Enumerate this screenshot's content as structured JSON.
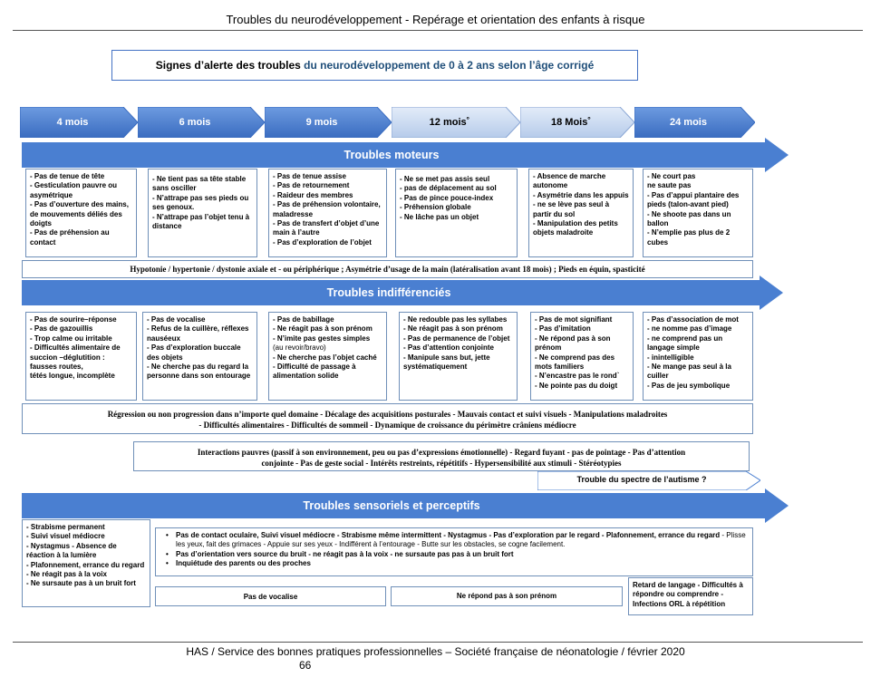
{
  "header": "Troubles du neurodéveloppement - Repérage et orientation des enfants à risque",
  "title": {
    "part1": "Signes d’alerte des troubles",
    "part2": "du neurodéveloppement  de 0 à 2 ans selon l’âge corrigé"
  },
  "ages": [
    "4 mois",
    "6 mois",
    "9 mois",
    "12 mois˚",
    "18  Mois˚",
    "24 mois"
  ],
  "bands": {
    "moteurs": "Troubles moteurs",
    "indiff": "Troubles indifférenciés",
    "sensoriels": "Troubles sensoriels et perceptifs"
  },
  "moteurs": [
    [
      "- Pas de tenue de tête",
      "- Gesticulation pauvre ou asymétrique",
      "- Pas d’ouverture des mains, de mouvements déliés des doigts",
      "- Pas de préhension au contact"
    ],
    [
      "-  Ne tient pas sa tête stable sans osciller",
      "- N’attrape pas ses pieds ou ses genoux.",
      " - N’attrape pas l’objet tenu à distance"
    ],
    [
      "- Pas de tenue assise",
      "- Pas de retournement",
      "- Raideur des membres",
      "- Pas de préhension volontaire, maladresse",
      "- Pas de transfert  d’objet d’une main à l’autre",
      "- Pas d’exploration de l’objet"
    ],
    [
      "- Ne se met pas assis seul",
      "- pas de déplacement au sol",
      "- Pas de pince pouce-index",
      "- Préhension globale",
      "- Ne lâche pas un objet"
    ],
    [
      "- Absence de marche autonome",
      "- Asymétrie dans les appuis",
      "- ne se lève pas seul à partir du sol",
      "- Manipulation des petits objets maladroite"
    ],
    [
      "- Ne court pas",
      "ne saute pas",
      "- Pas d’appui plantaire des pieds (talon-avant pied)",
      "- Ne shoote pas dans un ballon",
      "- N’emplie pas plus de 2 cubes"
    ]
  ],
  "moteurs_summary": "Hypotonie / hypertonie / dystonie  axiale et - ou périphérique  ; Asymétrie d’usage de la main (latéralisation avant 18 mois) ; Pieds en équin, spasticité",
  "indiff": [
    [
      "- Pas de sourire–réponse",
      "- Pas de gazouillis",
      "-  Trop calme ou irritable",
      "-  Difficultés alimentaire de succion –déglutition : fausses routes,",
      "tétés longue, incomplète"
    ],
    [
      "- Pas de vocalise",
      "- Refus de la cuillère, réflexes nauséeux",
      "- Pas d’exploration buccale des objets",
      "- Ne cherche pas du regard la personne dans son entourage"
    ],
    [
      "- Pas de babillage",
      "- Ne réagit pas à son prénom",
      "- N’imite pas gestes simples",
      "(au revoir/bravo)",
      "- Ne cherche pas l’objet caché",
      "- Difficulté de passage à alimentation solide"
    ],
    [
      "- Ne redouble pas les syllabes",
      "- Ne réagit pas à son prénom",
      "- Pas de permanence de l’objet",
      "- Pas d’attention conjointe",
      "- Manipule sans but, jette systématiquement"
    ],
    [
      "- Pas de mot signifiant",
      "- Pas d’imitation",
      "- Ne répond pas à son prénom",
      "- Ne comprend pas des mots familiers",
      "- N’encastre pas le rond`",
      "- Ne pointe pas du doigt"
    ],
    [
      "- Pas d’association de mot",
      "- ne nomme pas d’image",
      "- ne comprend pas un langage simple",
      "- inintelligible",
      "- Ne mange pas seul à la cuiller",
      "- Pas de jeu symbolique"
    ]
  ],
  "indiff_summary": [
    "Régression ou non progression dans n’importe quel domaine - Décalage des acquisitions posturales - Mauvais contact et suivi visuels - Manipulations maladroites",
    "- Difficultés alimentaires - Difficultés de sommeil - Dynamique de croissance du périmètre crâniens médiocre"
  ],
  "autism_signs": [
    "Interactions pauvres (passif à son environnement, peu ou pas d’expressions émotionnelle) - Regard fuyant - pas de pointage - Pas d’attention",
    "conjointe   - Pas de geste social - Intérêts restreints, répétitifs - Hypersensibilité aux stimuli - Stéréotypies"
  ],
  "autism_label": "Trouble du spectre de l’autisme ?",
  "sens_left": [
    "- Strabisme permanent",
    "- Suivi visuel médiocre",
    "- Nystagmus  - Absence de réaction à la lumière",
    "- Plafonnement, errance du regard",
    "- Ne réagit pas  à la voix",
    "- Ne sursaute pas à un bruit fort"
  ],
  "sens_main": {
    "b1_bold": "Pas de contact oculaire, Suivi visuel médiocre - Strabisme même intermittent - Nystagmus -  Pas d’exploration par le regard -  Plafonnement, errance du regard",
    "b1_normal": " - Plisse les yeux, fait des grimaces - Appuie sur ses yeux - Indifférent à l’entourage -  Butte sur les obstacles, se cogne  facilement.",
    "b2": "Pas d’orientation vers source du bruit - ne réagit pas  à la voix - ne sursaute pas pas à un bruit fort",
    "b3": "Inquiétude des parents ou des proches"
  },
  "sens_small": [
    "Pas de vocalise",
    "Ne répond pas à son prénom"
  ],
  "sens_right": "Retard de langage - Difficultés à répondre ou comprendre - Infections ORL à répétition",
  "footer": "HAS / Service des bonnes pratiques professionnelles – Société française de néonatologie / février 2020",
  "page": "66",
  "colors": {
    "arrow_dark": "#4a7fd1",
    "arrow_light": "#c9daf2",
    "border": "#6f8fb8"
  }
}
